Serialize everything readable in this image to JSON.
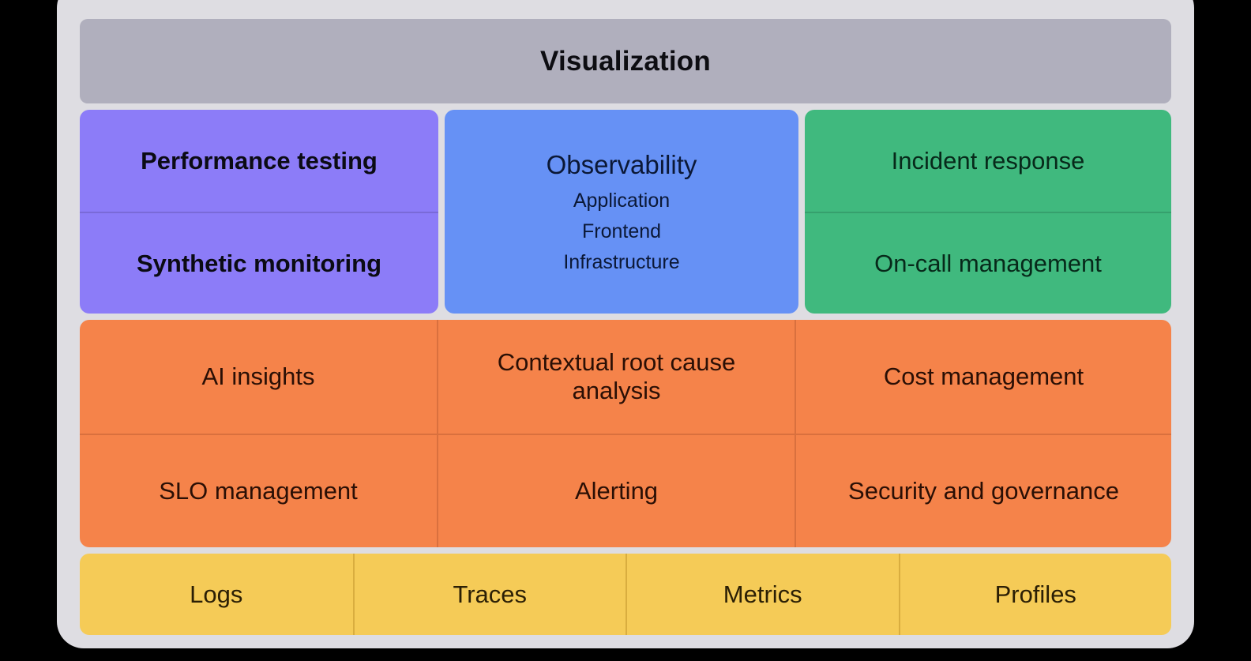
{
  "diagram": {
    "title_bar": {
      "label": "Visualization",
      "color": "#b0afbd"
    },
    "mid_row": {
      "purple_column": {
        "color": "#8c7cf8",
        "cells": [
          {
            "label": "Performance testing"
          },
          {
            "label": "Synthetic monitoring"
          }
        ]
      },
      "blue_column": {
        "color": "#6691f5",
        "title": "Observability",
        "items": [
          {
            "label": "Application"
          },
          {
            "label": "Frontend"
          },
          {
            "label": "Infrastructure"
          }
        ]
      },
      "green_column": {
        "color": "#40b97e",
        "cells": [
          {
            "label": "Incident response"
          },
          {
            "label": "On-call management"
          }
        ]
      }
    },
    "orange_grid": {
      "color": "#f5834a",
      "cells": [
        {
          "label": "AI insights"
        },
        {
          "label": "Contextual root cause analysis"
        },
        {
          "label": "Cost management"
        },
        {
          "label": "SLO management"
        },
        {
          "label": "Alerting"
        },
        {
          "label": "Security and governance"
        }
      ]
    },
    "yellow_row": {
      "color": "#f5cb57",
      "cells": [
        {
          "label": "Logs"
        },
        {
          "label": "Traces"
        },
        {
          "label": "Metrics"
        },
        {
          "label": "Profiles"
        }
      ]
    },
    "background": {
      "page": "#000000",
      "panel": "#dedde2"
    }
  }
}
